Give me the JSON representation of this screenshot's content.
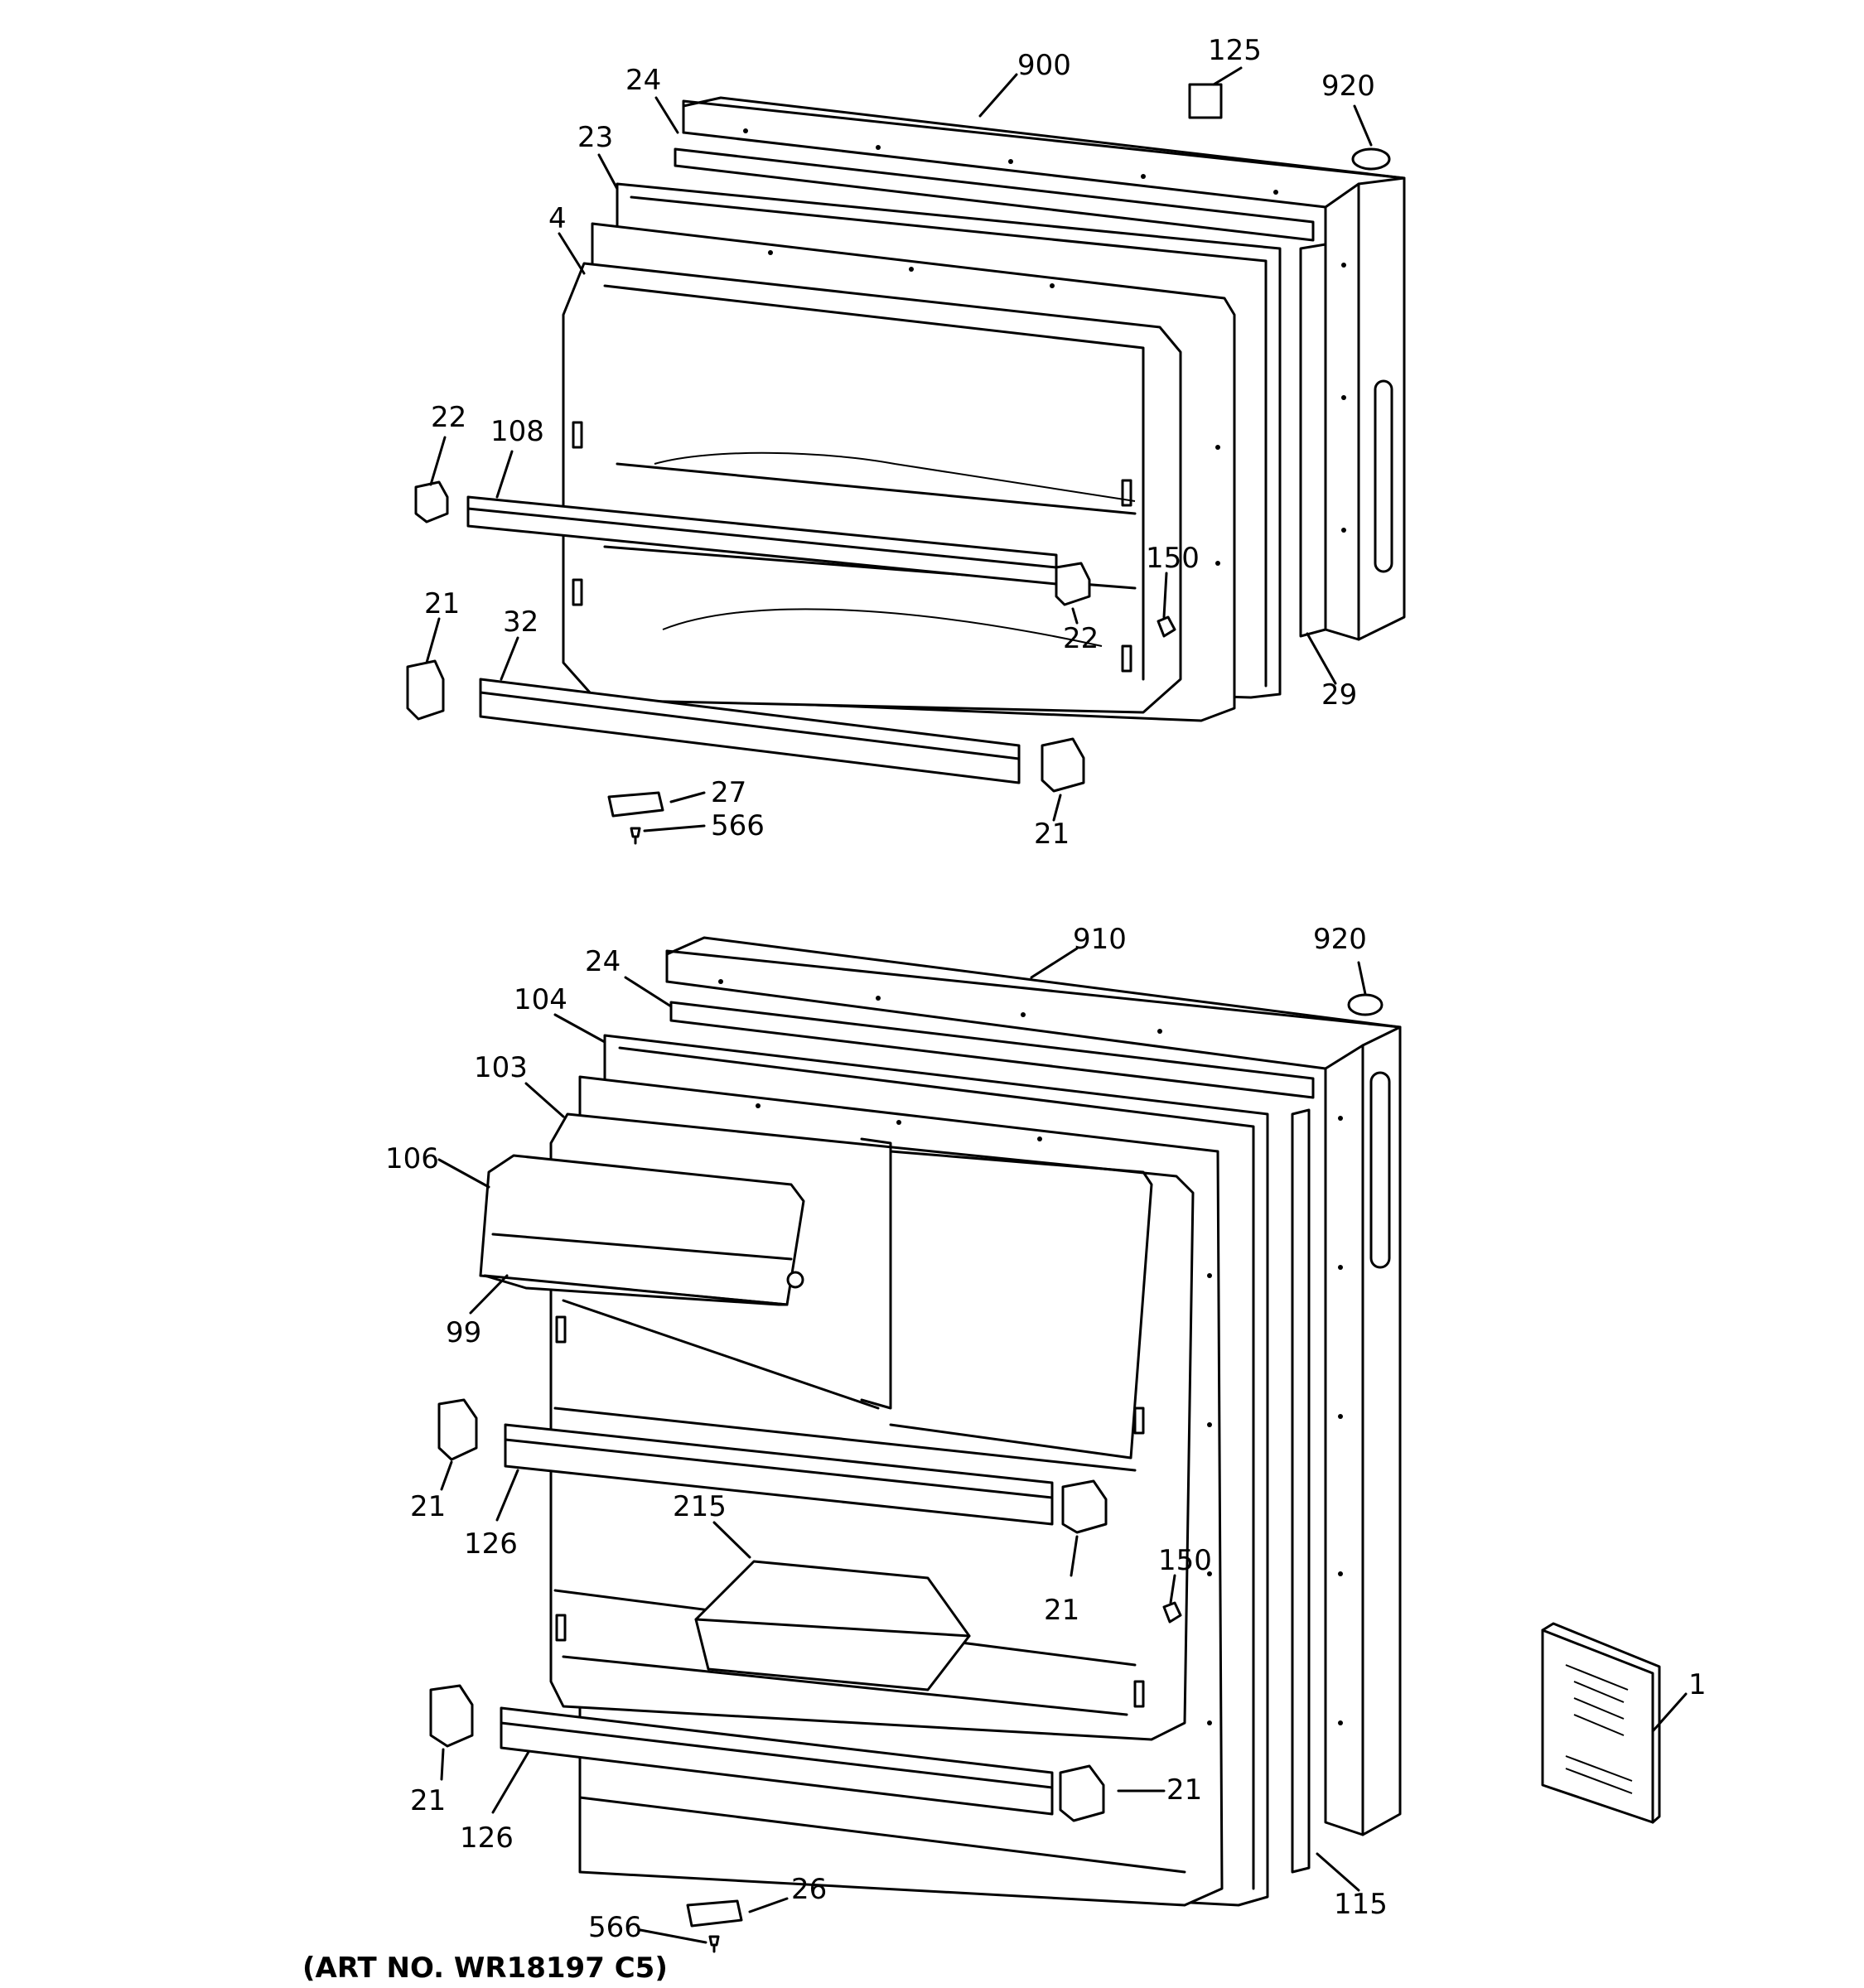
{
  "diagram": {
    "art_number": "(ART NO. WR18197 C5)",
    "freezer_door_callouts": {
      "c900": "900",
      "c125": "125",
      "c920": "920",
      "c24": "24",
      "c23": "23",
      "c4": "4",
      "c22_left": "22",
      "c108": "108",
      "c150": "150",
      "c22_right": "22",
      "c21_left": "21",
      "c32": "32",
      "c29": "29",
      "c27": "27",
      "c566": "566",
      "c21_right": "21"
    },
    "fresh_food_door_callouts": {
      "c910": "910",
      "c920": "920",
      "c24": "24",
      "c104": "104",
      "c103": "103",
      "c106": "106",
      "c99": "99",
      "c21_upper_left": "21",
      "c126_upper": "126",
      "c215": "215",
      "c150": "150",
      "c21_upper_right": "21",
      "c1": "1",
      "c21_lower_left": "21",
      "c126_lower": "126",
      "c21_lower_right": "21",
      "c115": "115",
      "c26": "26",
      "c566": "566"
    }
  }
}
